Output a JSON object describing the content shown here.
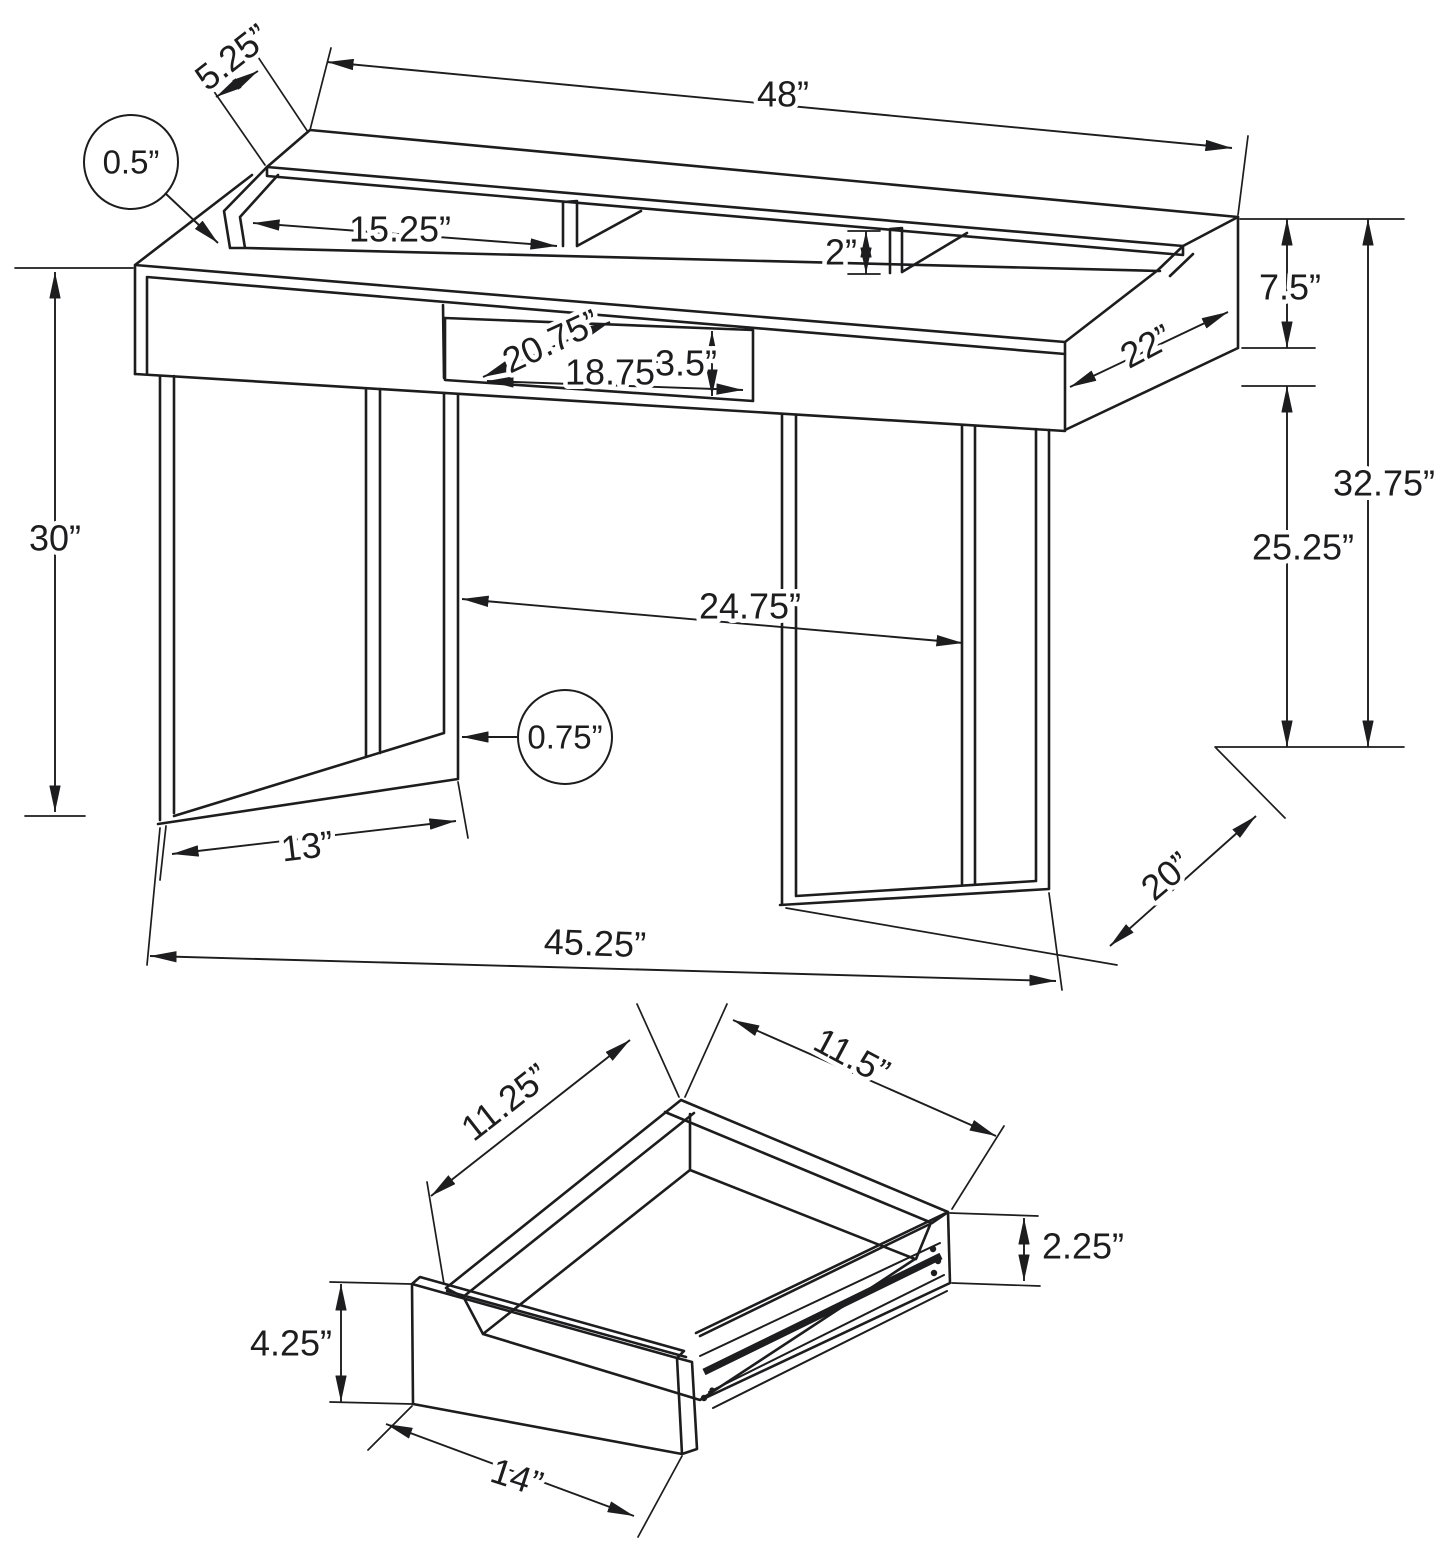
{
  "drawing": {
    "background": "#ffffff",
    "line_color": "#1d1d1f",
    "views": {
      "desk": {
        "title": "desk-dimension-view",
        "labels": {
          "hutch_depth": "5.25”",
          "shelf_thickness": "0.5”",
          "overall_width": "48”",
          "shelf_section_width": "15.25”",
          "cubby_divider_height": "2”",
          "hutch_face_height": "7.5”",
          "desk_depth": "22”",
          "overall_height": "32.75”",
          "underside_clearance": "25.25”",
          "desktop_height": "30”",
          "opening_diagonal": "20.75”",
          "opening_width": "18.75”",
          "opening_height": "3.5”",
          "leg_span": "24.75”",
          "leg_tube_thickness": "0.75”",
          "leg_foot_depth": "13”",
          "leg_base_depth": "20”",
          "base_width": "45.25”"
        }
      },
      "drawer": {
        "title": "drawer-dimension-view",
        "labels": {
          "interior_width": "11.25”",
          "interior_depth": "11.5”",
          "front_height": "4.25”",
          "side_height": "2.25”",
          "front_width": "14”"
        }
      }
    }
  }
}
